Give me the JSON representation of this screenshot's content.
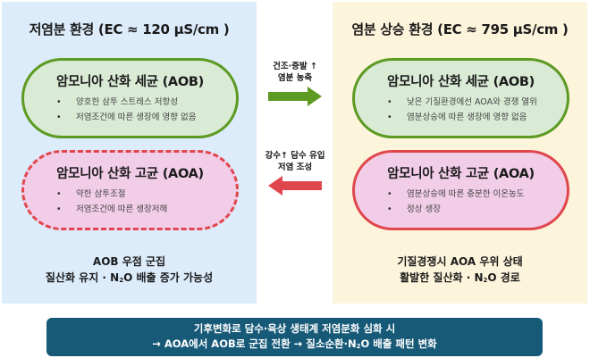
{
  "left_panel": {
    "title": "저염분 환경 (EC ≈ 120 µS/cm )",
    "bg_color": "#dcecfb",
    "aob": {
      "title": "암모니아 산화 세균 (AOB)",
      "items": [
        "양호한 삼투 스트레스 저항성",
        "저염조건에 따른 생장에 영향 없음"
      ],
      "border": "solid"
    },
    "aoa": {
      "title": "암모니아 산화 고균 (AOA)",
      "items": [
        "약한 삼투조절",
        "저염조건에 따른 생장저해"
      ],
      "border": "dashed"
    },
    "summary_line1": "AOB 우점 군집",
    "summary_line2_a": "질산화 유지 · N",
    "summary_line2_sub": "2",
    "summary_line2_b": "O 배출 증가 가능성"
  },
  "right_panel": {
    "title": "염분 상승 환경 (EC ≈ 795 µS/cm )",
    "bg_color": "#fdf4dc",
    "aob": {
      "title": "암모니아 산화 세균 (AOB)",
      "items": [
        "낮은 기질환경에선 AOA와 경쟁 열위",
        "염분상승에 따른 생장에 영향 없음"
      ],
      "border": "solid"
    },
    "aoa": {
      "title": "암모니아 산화 고균 (AOA)",
      "items": [
        "염분상승에 따른 충분한 이온농도",
        "정상 생장"
      ],
      "border": "solid"
    },
    "summary_line1": "기질경쟁시 AOA 우위 상태",
    "summary_line2_a": "활발한 질산화 · N",
    "summary_line2_sub": "2",
    "summary_line2_b": "O 경로"
  },
  "arrows": {
    "forward": {
      "line1": "건조·증발 ↑",
      "line2": "염분 농축",
      "color": "#5c9a22",
      "direction": "right"
    },
    "backward": {
      "line1": "강수↑ 담수 유입",
      "line2": "저염 조성",
      "color": "#e0474c",
      "direction": "left"
    }
  },
  "conclusion": {
    "line1": "기후변화로 담수·육상 생태계 저염분화 심화 시",
    "line2_a": "→ AOA에서 AOB로 군집 전환 → 질소순환·N",
    "line2_sub": "2",
    "line2_b": "O 배출 패턴 변화",
    "bg_color": "#175a78"
  },
  "colors": {
    "aob_border": "#5c9a22",
    "aob_fill": "#d9ead5",
    "aoa_border": "#e0474c",
    "aoa_fill": "#f2cde8"
  }
}
